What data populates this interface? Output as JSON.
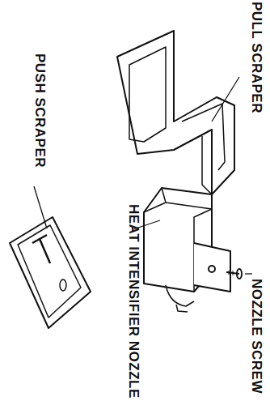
{
  "diagram": {
    "labels": [
      "PULL SCRAPER",
      "PUSH SCRAPER",
      "HEAT INTENSIFIER NOZZLE",
      "NOZZLE SCREW"
    ]
  }
}
